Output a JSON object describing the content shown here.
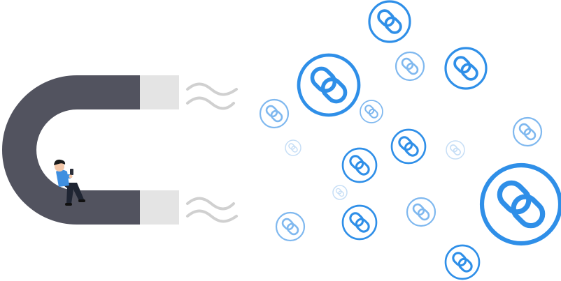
{
  "colors": {
    "background": "#ffffff",
    "magnet_body": "#52535f",
    "magnet_tip": "#e4e4e4",
    "wave": "#d0d0d0",
    "link_strong": "#2f8fe8",
    "link_mid": "#7fb8ef",
    "link_faint": "#c6def6",
    "person_shirt": "#3f8fe0",
    "person_pants": "#1f2533",
    "person_skin": "#f4c7a8",
    "person_hair": "#1b1b1b"
  },
  "icons": {
    "magnet": "magnet-illustration",
    "person": "person-sitting-with-phone",
    "link": "chain-link-icon",
    "wave": "magnetic-wave-lines"
  }
}
